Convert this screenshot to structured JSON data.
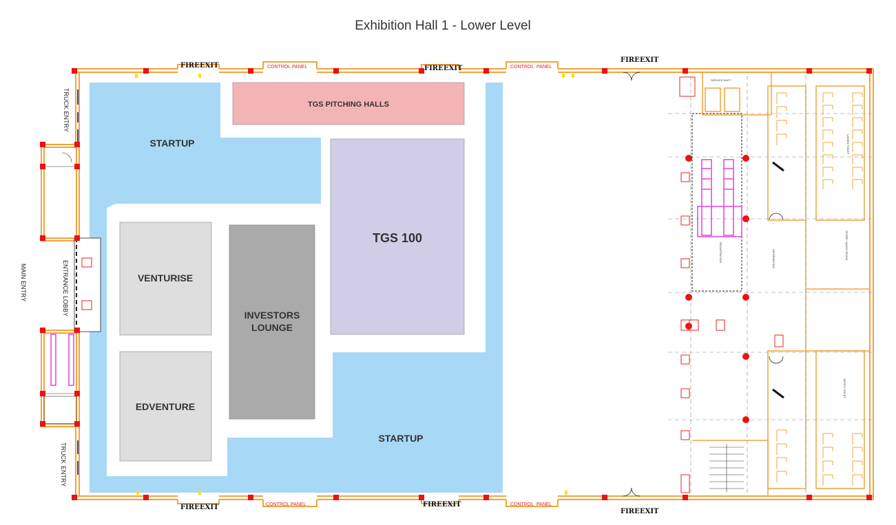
{
  "title": "Exhibition Hall 1 - Lower Level",
  "zones": {
    "startup_top": "STARTUP",
    "startup_bottom": "STARTUP",
    "pitching": "TGS PITCHING HALLS",
    "tgs100": "TGS 100",
    "venturise": "VENTURISE",
    "investors_line1": "INVESTORS",
    "investors_line2": "LOUNGE",
    "edventure": "EDVENTURE"
  },
  "exits": {
    "fire": "FIRE",
    "exit": "EXIT",
    "control": "CONTROL",
    "panel": "PANEL"
  },
  "side_labels": {
    "truck_entry": "TRUCK ENTRY",
    "truck": "TRUCK",
    "entry": "ENTRY",
    "entrance_lobby": "ENTRANCE LOBBY",
    "main_entry": "MAIN ENTRY"
  },
  "annex_labels": {
    "service_duct": "SERVICE DUCT",
    "ladies_toilet": "LADIES TOILET",
    "gents_toilet": "GENTS TOILET",
    "store_room": "STORE / MAINT ROOM",
    "information": "INFORMATION",
    "registration": "REGISTRATION"
  },
  "colors": {
    "wall": "#f2a33a",
    "startup": "#a7d8f5",
    "pitching": "#f4b4b6",
    "tgs100": "#d1cde6",
    "venturise": "#dedede",
    "investors": "#aaaaaa",
    "edventure": "#dedede",
    "column": "#ee1111",
    "magenta": "#e040e0"
  }
}
